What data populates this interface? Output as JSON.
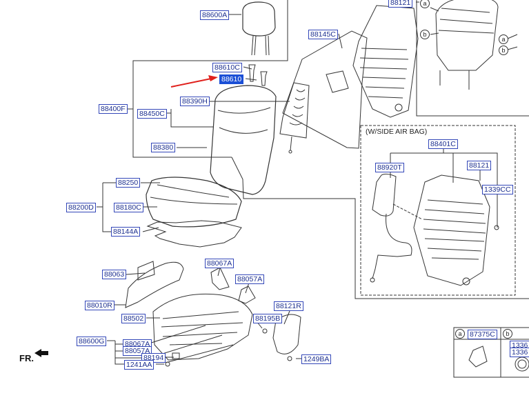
{
  "labels": {
    "l88121top": "88121",
    "l88600A": "88600A",
    "l88145C": "88145C",
    "l88610C": "88610C",
    "l88610": "88610",
    "l88390H": "88390H",
    "l88400F": "88400F",
    "l88450C": "88450C",
    "l88380": "88380",
    "l88250": "88250",
    "l88200D": "88200D",
    "l88180C": "88180C",
    "l88144A": "88144A",
    "l88063": "88063",
    "l88067Atop": "88067A",
    "l88057Atop": "88057A",
    "l88010R": "88010R",
    "l88502": "88502",
    "l88121R": "88121R",
    "l88195B": "88195B",
    "l88600G": "88600G",
    "l88067A": "88067A",
    "l88057A": "88057A",
    "l88194": "88194",
    "l1241AA": "1241AA",
    "l1249BA": "1249BA",
    "l88401C": "88401C",
    "l88920T": "88920T",
    "l88121side": "88121",
    "l1339CC": "1339CC",
    "l87375C": "87375C",
    "l1336a": "1336",
    "l1336b": "1336"
  },
  "circles": {
    "a": "a",
    "b": "b"
  },
  "side_air_bag_title": "(W/SIDE AIR BAG)",
  "direction_label": "FR."
}
